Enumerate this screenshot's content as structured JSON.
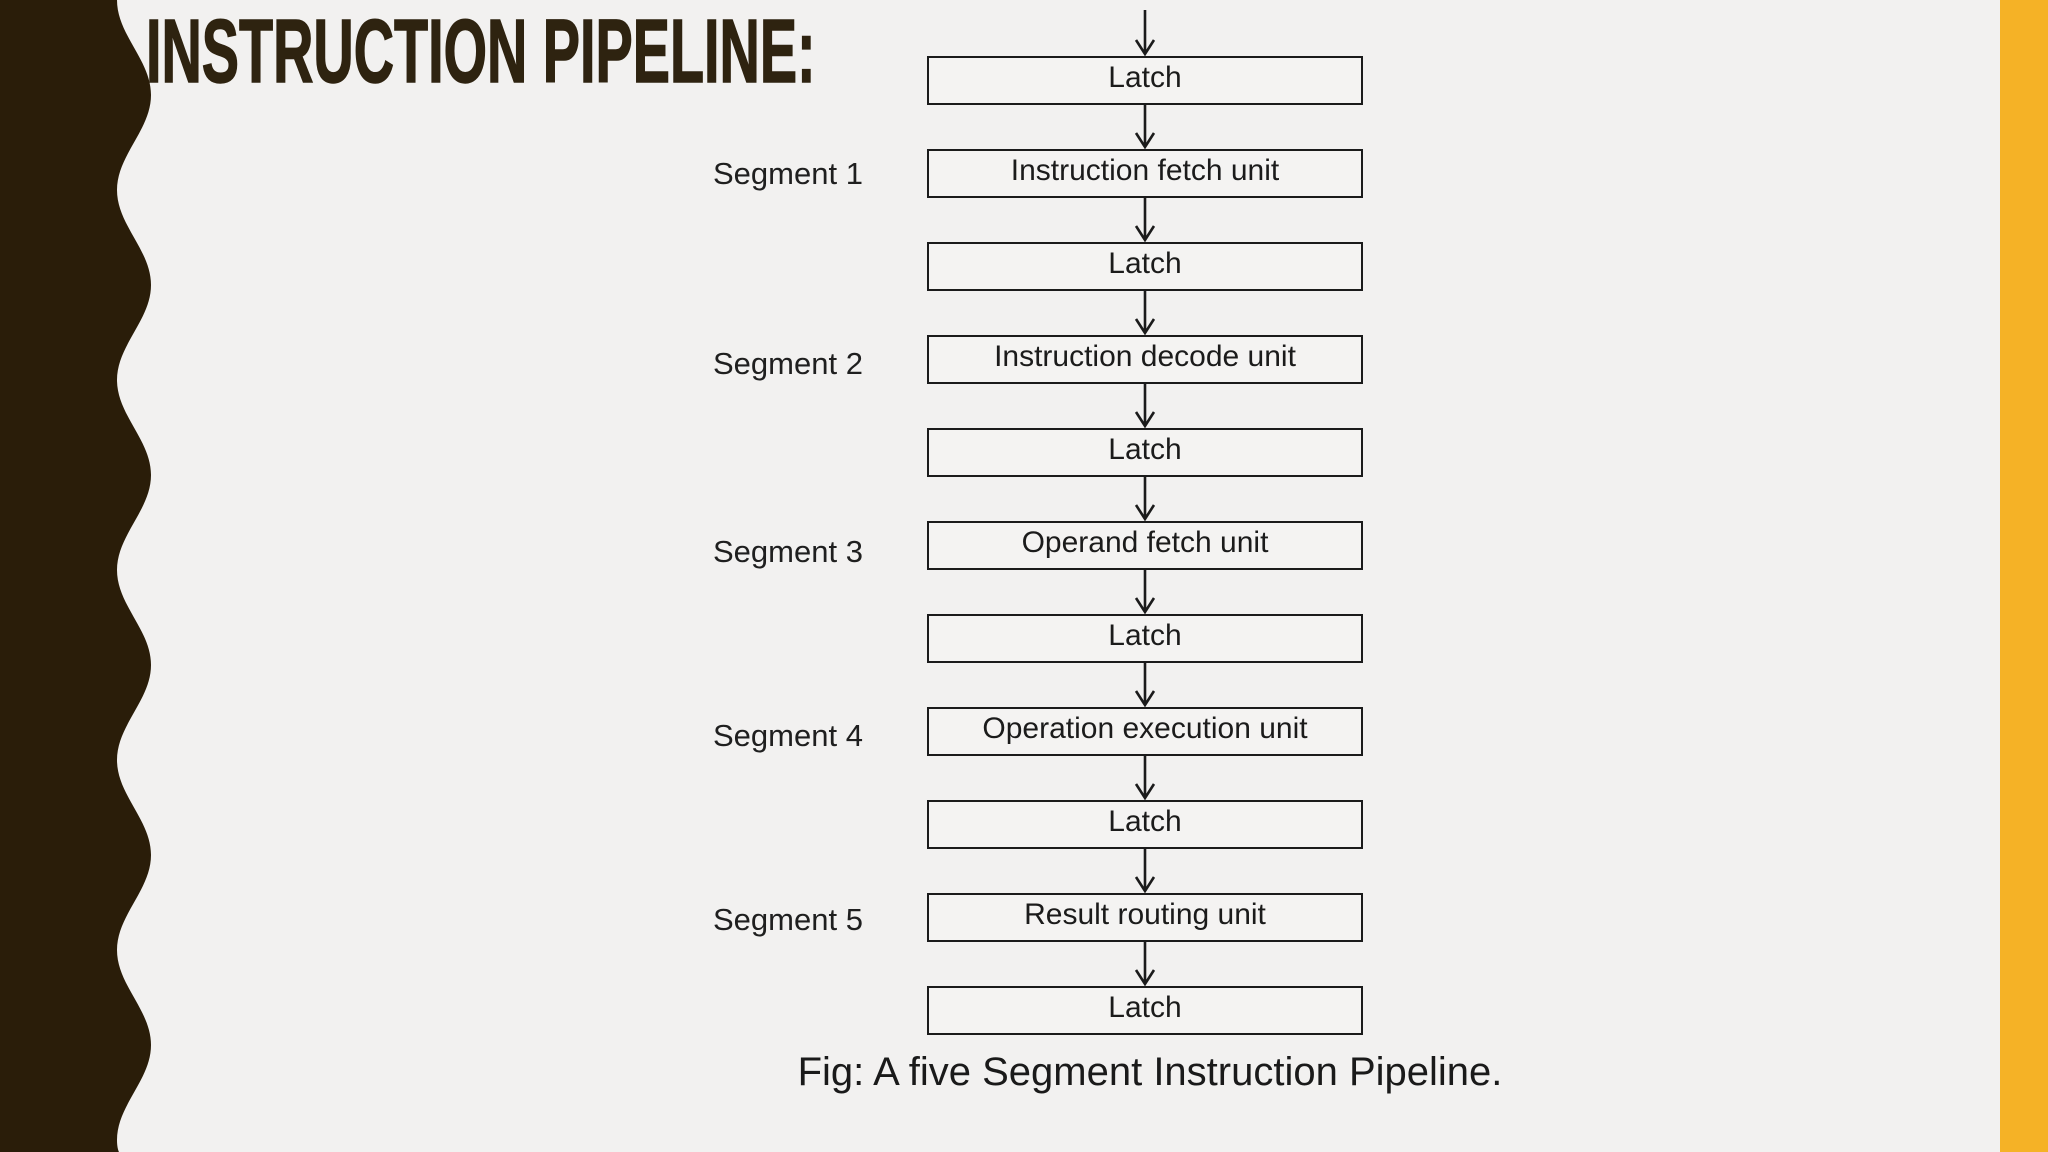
{
  "page": {
    "background_color": "#f2f1f0",
    "left_band_color": "#2a1d09",
    "right_bar_color": "#f5b226"
  },
  "title": {
    "text": "INSTRUCTION PIPELINE:",
    "color": "#2e2310"
  },
  "diagram": {
    "boxes": [
      {
        "label": "Latch"
      },
      {
        "label": "Instruction fetch unit"
      },
      {
        "label": "Latch"
      },
      {
        "label": "Instruction decode unit"
      },
      {
        "label": "Latch"
      },
      {
        "label": "Operand fetch unit"
      },
      {
        "label": "Latch"
      },
      {
        "label": "Operation execution unit"
      },
      {
        "label": "Latch"
      },
      {
        "label": "Result routing unit"
      },
      {
        "label": "Latch"
      }
    ],
    "segments": [
      {
        "label": "Segment 1"
      },
      {
        "label": "Segment 2"
      },
      {
        "label": "Segment 3"
      },
      {
        "label": "Segment 4"
      },
      {
        "label": "Segment 5"
      }
    ],
    "caption": "Fig: A five Segment Instruction Pipeline."
  }
}
